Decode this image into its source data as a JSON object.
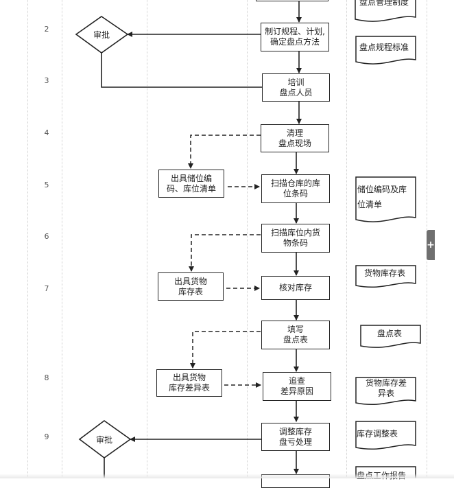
{
  "rows": [
    "2",
    "3",
    "4",
    "5",
    "6",
    "7",
    "8",
    "9"
  ],
  "process_steps": [
    {
      "id": "plan",
      "label": "制订规程、计划,\n确定盘点方法"
    },
    {
      "id": "train",
      "label": "培训\n盘点人员"
    },
    {
      "id": "clean",
      "label": "清理\n盘点现场"
    },
    {
      "id": "scan-loc",
      "label": "扫描仓库的库\n位条码"
    },
    {
      "id": "scan-goods",
      "label": "扫描库位内货\n物条码"
    },
    {
      "id": "check",
      "label": "核对库存"
    },
    {
      "id": "fill",
      "label": "填写\n盘点表"
    },
    {
      "id": "trace",
      "label": "追查\n差异原因"
    },
    {
      "id": "adjust",
      "label": "调整库存\n盘亏处理"
    }
  ],
  "support_steps": [
    {
      "id": "issue-loc",
      "label": "出具储位编\n码、库位清单"
    },
    {
      "id": "issue-stock",
      "label": "出具货物\n库存表"
    },
    {
      "id": "issue-diff",
      "label": "出具货物\n库存差异表"
    }
  ],
  "decisions": [
    {
      "id": "approve-1",
      "label": "审批"
    },
    {
      "id": "approve-2",
      "label": "审批"
    }
  ],
  "documents": [
    {
      "id": "mgmt-policy",
      "label": "盘点管理制度"
    },
    {
      "id": "rules-std",
      "label": "盘点规程标准"
    },
    {
      "id": "loc-list",
      "label": "储位编码及库\n位清单"
    },
    {
      "id": "stock-table",
      "label": "货物库存表"
    },
    {
      "id": "count-table",
      "label": "盘点表"
    },
    {
      "id": "diff-table",
      "label": "货物库存差\n异表"
    },
    {
      "id": "adjust-table",
      "label": "库存调整表"
    },
    {
      "id": "report",
      "label": "盘点工作报告"
    }
  ],
  "expand_button": {
    "label": "+"
  }
}
